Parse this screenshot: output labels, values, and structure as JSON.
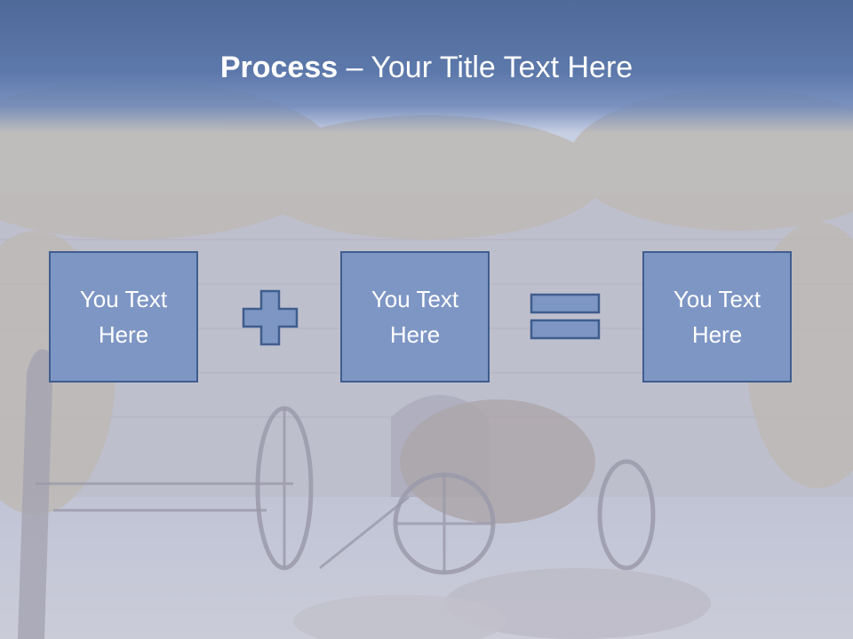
{
  "slide": {
    "title_bold": "Process",
    "title_rest": " – Your Title Text Here",
    "boxes": [
      {
        "text": "You Text Here"
      },
      {
        "text": "You Text Here"
      },
      {
        "text": "You Text Here"
      }
    ],
    "operators": [
      "plus-icon",
      "equals-icon"
    ]
  },
  "colors": {
    "title_band": "#5d79ab",
    "box_fill": "#7e96c4",
    "box_border": "#3f5d8e",
    "operator_fill": "#7e96c4"
  }
}
